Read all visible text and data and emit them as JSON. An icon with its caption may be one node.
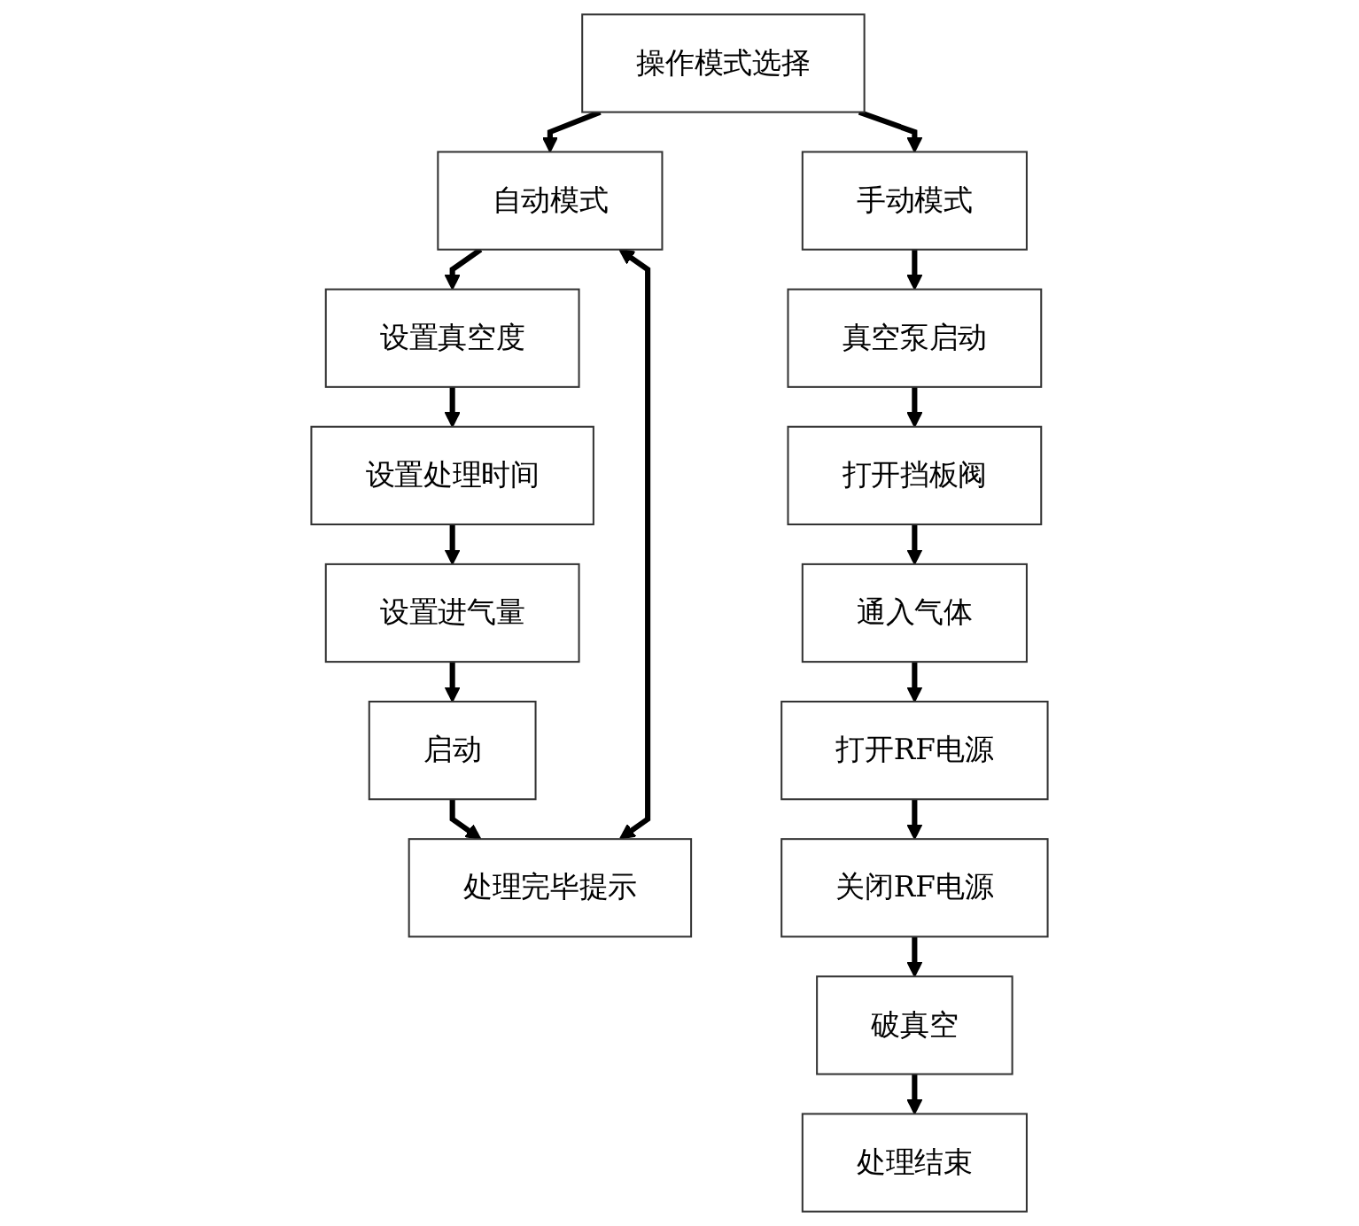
{
  "diagram": {
    "nodes": [
      {
        "text": [
          "操作模式选择"
        ]
      },
      {
        "text": [
          "自动模式"
        ]
      },
      {
        "text": [
          "设置真空度"
        ]
      },
      {
        "text": [
          "设置处理时间"
        ]
      },
      {
        "text": [
          "设置进气量"
        ]
      },
      {
        "text": [
          "启动"
        ]
      },
      {
        "text": [
          "处理完毕提示"
        ]
      },
      {
        "text": [
          "手动模式"
        ]
      },
      {
        "text": [
          "真空泵启动"
        ]
      },
      {
        "text": [
          "打开挡板阀"
        ]
      },
      {
        "text": [
          "通入气体"
        ]
      },
      {
        "text": [
          "打开RF电源"
        ]
      },
      {
        "text": [
          "关闭RF电源"
        ]
      },
      {
        "text": [
          "破真空"
        ]
      },
      {
        "text": [
          "处理结束"
        ]
      }
    ],
    "edges": [
      {
        "from": 0,
        "to": 1,
        "arrow": "to"
      },
      {
        "from": 0,
        "to": 7,
        "arrow": "to"
      },
      {
        "from": 1,
        "to": 2,
        "arrow": "to"
      },
      {
        "from": 2,
        "to": 3,
        "arrow": "to"
      },
      {
        "from": 3,
        "to": 4,
        "arrow": "to"
      },
      {
        "from": 4,
        "to": 5,
        "arrow": "to"
      },
      {
        "from": 5,
        "to": 6,
        "arrow": "to"
      },
      {
        "from": 6,
        "to": 1,
        "arrow": "both"
      },
      {
        "from": 7,
        "to": 8,
        "arrow": "to"
      },
      {
        "from": 8,
        "to": 9,
        "arrow": "to"
      },
      {
        "from": 9,
        "to": 10,
        "arrow": "to"
      },
      {
        "from": 10,
        "to": 11,
        "arrow": "to"
      },
      {
        "from": 11,
        "to": 12,
        "arrow": "to"
      },
      {
        "from": 12,
        "to": 13,
        "arrow": "to"
      },
      {
        "from": 13,
        "to": 14,
        "arrow": "to"
      }
    ]
  }
}
